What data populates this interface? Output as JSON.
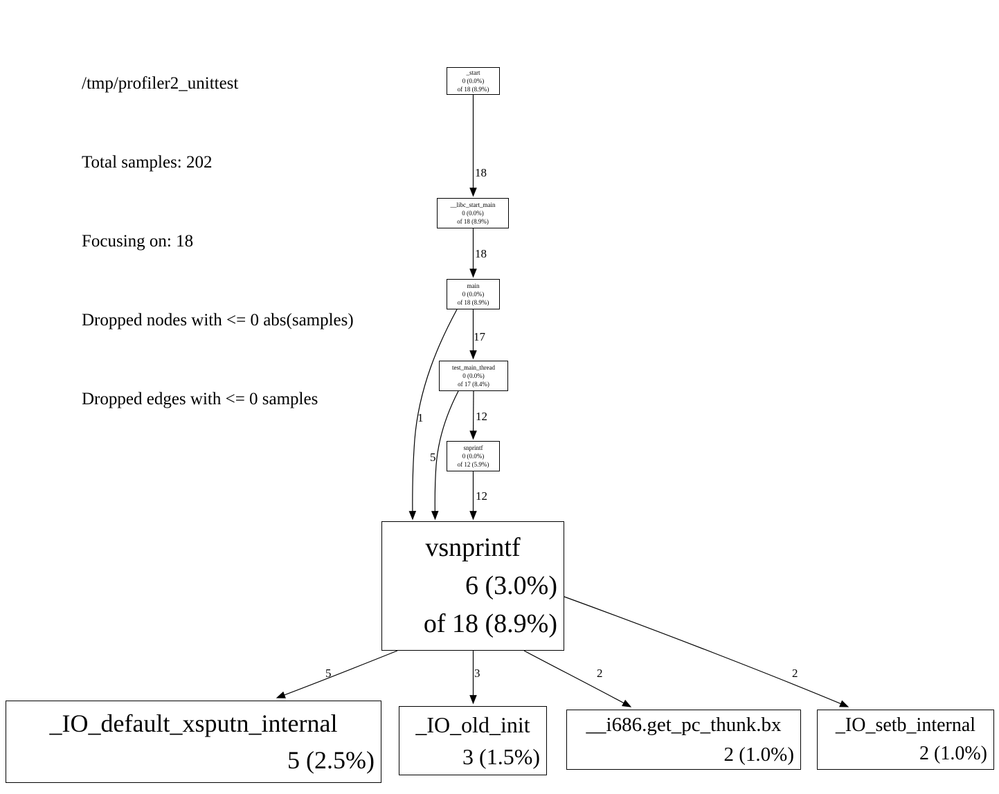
{
  "header": {
    "lines": [
      "/tmp/profiler2_unittest",
      "Total samples: 202",
      "Focusing on: 18",
      "Dropped nodes with <= 0 abs(samples)",
      "Dropped edges with <= 0 samples"
    ]
  },
  "nodes": [
    {
      "id": "_start",
      "label": "_start",
      "self": "0 (0.0%)",
      "total": "of 18 (8.9%)"
    },
    {
      "id": "__libc_start_main",
      "label": "__libc_start_main",
      "self": "0 (0.0%)",
      "total": "of 18 (8.9%)"
    },
    {
      "id": "main",
      "label": "main",
      "self": "0 (0.0%)",
      "total": "of 18 (8.9%)"
    },
    {
      "id": "test_main_thread",
      "label": "test_main_thread",
      "self": "0 (0.0%)",
      "total": "of 17 (8.4%)"
    },
    {
      "id": "snprintf",
      "label": "snprintf",
      "self": "0 (0.0%)",
      "total": "of 12 (5.9%)"
    },
    {
      "id": "vsnprintf",
      "label": "vsnprintf",
      "self": "6 (3.0%)",
      "total": "of 18 (8.9%)"
    },
    {
      "id": "_IO_default_xsputn_internal",
      "label": "_IO_default_xsputn_internal",
      "self": "5 (2.5%)"
    },
    {
      "id": "_IO_old_init",
      "label": "_IO_old_init",
      "self": "3 (1.5%)"
    },
    {
      "id": "__i686.get_pc_thunk.bx",
      "label": "__i686.get_pc_thunk.bx",
      "self": "2 (1.0%)"
    },
    {
      "id": "_IO_setb_internal",
      "label": "_IO_setb_internal",
      "self": "2 (1.0%)"
    }
  ],
  "edges": [
    {
      "from": "_start",
      "to": "__libc_start_main",
      "label": "18"
    },
    {
      "from": "__libc_start_main",
      "to": "main",
      "label": "18"
    },
    {
      "from": "main",
      "to": "test_main_thread",
      "label": "17"
    },
    {
      "from": "main",
      "to": "vsnprintf",
      "label": "1"
    },
    {
      "from": "test_main_thread",
      "to": "snprintf",
      "label": "12"
    },
    {
      "from": "test_main_thread",
      "to": "vsnprintf",
      "label": "5"
    },
    {
      "from": "snprintf",
      "to": "vsnprintf",
      "label": "12"
    },
    {
      "from": "vsnprintf",
      "to": "_IO_default_xsputn_internal",
      "label": "5"
    },
    {
      "from": "vsnprintf",
      "to": "_IO_old_init",
      "label": "3"
    },
    {
      "from": "vsnprintf",
      "to": "__i686.get_pc_thunk.bx",
      "label": "2"
    },
    {
      "from": "vsnprintf",
      "to": "_IO_setb_internal",
      "label": "2"
    }
  ]
}
